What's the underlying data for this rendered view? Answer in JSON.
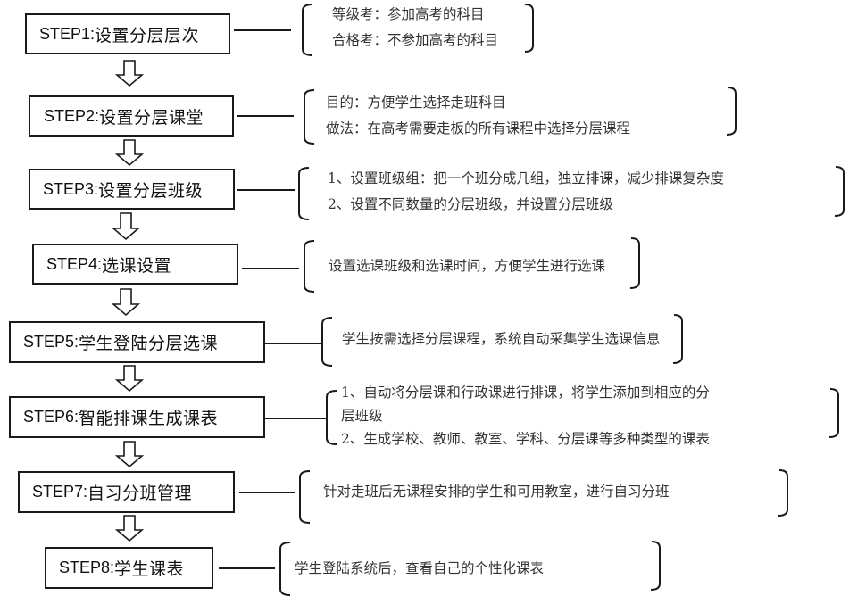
{
  "steps": [
    {
      "label": "STEP1:",
      "title": "设置分层层次",
      "notes": [
        "等级考：参加高考的科目",
        "合格考：不参加高考的科目"
      ]
    },
    {
      "label": "STEP2:",
      "title": "设置分层课堂",
      "notes": [
        "目的：方便学生选择走班科目",
        "做法：在高考需要走板的所有课程中选择分层课程"
      ]
    },
    {
      "label": "STEP3:",
      "title": "设置分层班级",
      "notes": [
        "1、设置班级组：把一个班分成几组，独立排课，减少排课复杂度",
        "2、设置不同数量的分层班级，并设置分层班级"
      ]
    },
    {
      "label": "STEP4:",
      "title": "选课设置",
      "notes": [
        "设置选课班级和选课时间，方便学生进行选课"
      ]
    },
    {
      "label": "STEP5:",
      "title": "学生登陆分层选课",
      "notes": [
        "学生按需选择分层课程，系统自动采集学生选课信息"
      ]
    },
    {
      "label": "STEP6:",
      "title": "智能排课生成课表",
      "notes": [
        "1、自动将分层课和行政课进行排课，将学生添加到相应的分",
        "层班级",
        "2、生成学校、教师、教室、学科、分层课等多种类型的课表"
      ]
    },
    {
      "label": "STEP7:",
      "title": "自习分班管理",
      "notes": [
        "针对走班后无课程安排的学生和可用教室，进行自习分班"
      ]
    },
    {
      "label": "STEP8:",
      "title": "学生课表",
      "notes": [
        "学生登陆系统后，查看自己的个性化课表"
      ]
    }
  ],
  "icons": {
    "flow_arrow": "hollow-down-arrow-icon"
  },
  "colors": {
    "line": "#1a1a1a",
    "text": "#222222",
    "background": "#ffffff"
  }
}
